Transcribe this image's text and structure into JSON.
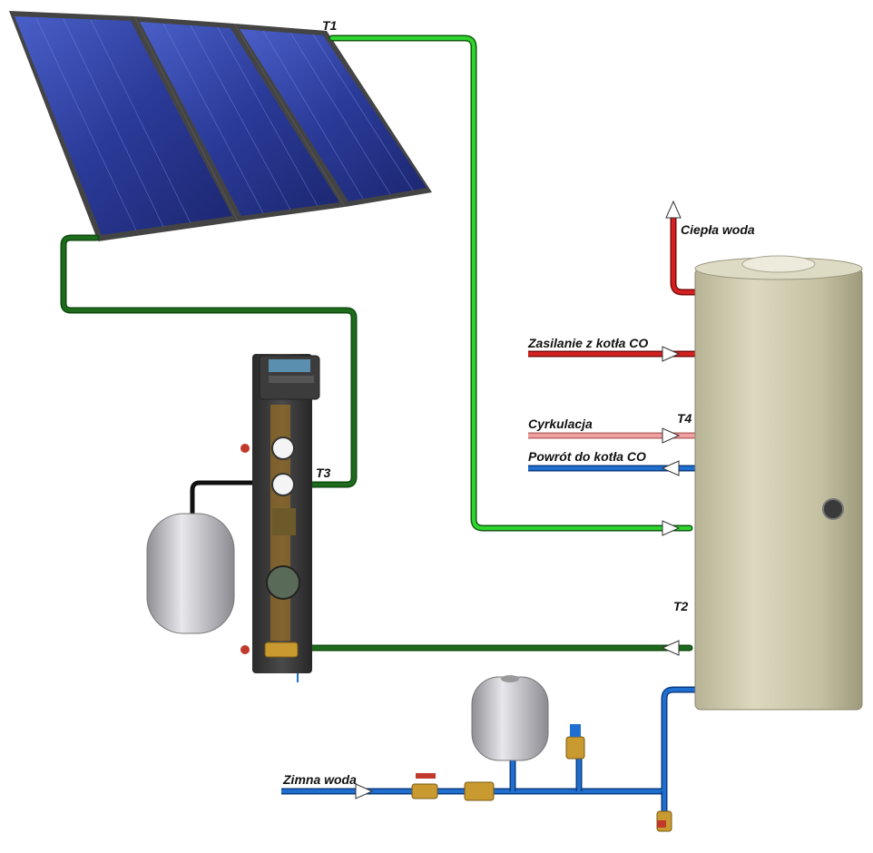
{
  "sensors": {
    "t1": "T1",
    "t2": "T2",
    "t3": "T3",
    "t4": "T4"
  },
  "connections": {
    "hot_water": "Ciepła woda",
    "boiler_supply": "Zasilanie z kotła CO",
    "circulation": "Cyrkulacja",
    "boiler_return": "Powrót do kotła CO",
    "cold_water": "Zimna woda"
  },
  "colors": {
    "solar_loop_dark": "#1e6b1e",
    "solar_loop_light": "#2fd42f",
    "hot_pipe": "#d42020",
    "circulation_pipe": "#f0a0a0",
    "cold_pipe": "#1e6fd0",
    "tank_body": "#c9c6a8",
    "collector_glass": "#2b3d9a",
    "pump_station": "#3a3a3a",
    "vessel": "#c8c8cc"
  },
  "icons": {
    "collectors": "solar-collector-panels",
    "tank": "storage-tank",
    "station": "solar-pump-station",
    "expansion_vessel": "expansion-vessel",
    "dhw_vessel": "dhw-expansion-vessel",
    "ball_valve": "ball-valve",
    "check_valve": "check-valve",
    "safety_valve": "safety-valve",
    "drain_valve": "drain-valve"
  }
}
